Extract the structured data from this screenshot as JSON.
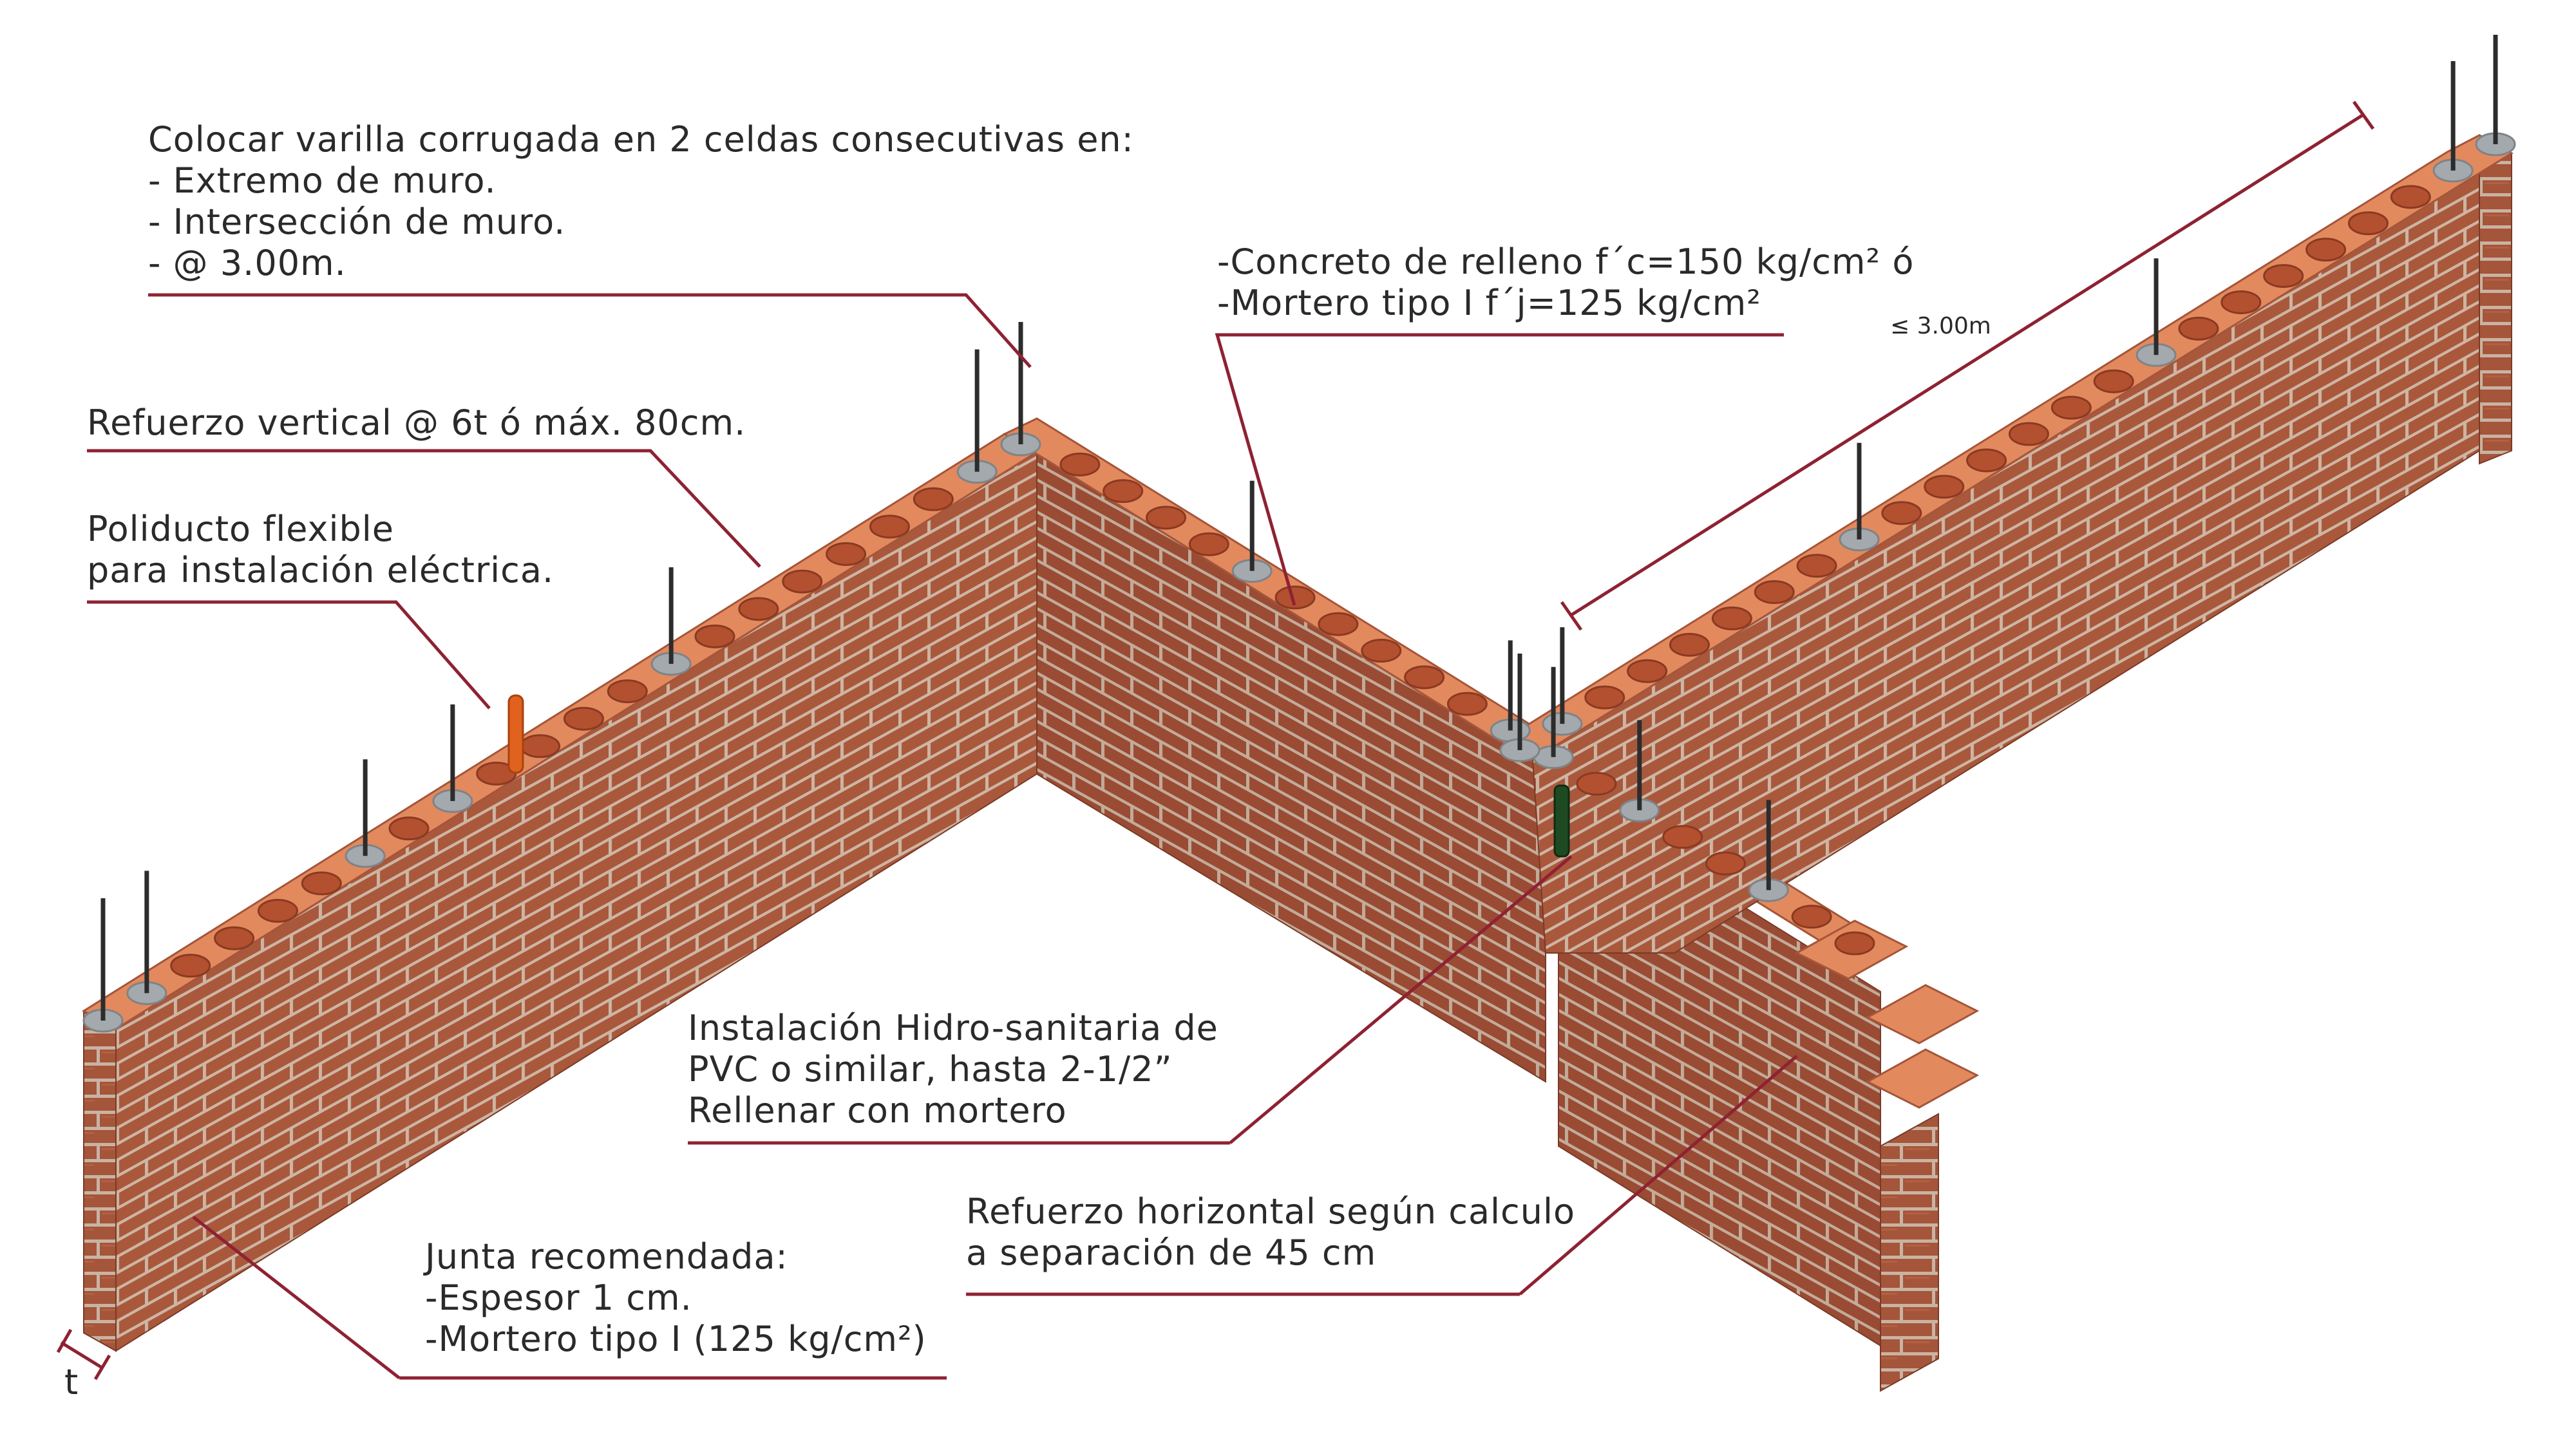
{
  "diagram": {
    "annotations": {
      "varilla": {
        "lines": [
          "Colocar varilla corrugada en 2 celdas consecutivas en:",
          "- Extremo de muro.",
          "- Intersección de muro.",
          "- @ 3.00m."
        ]
      },
      "refuerzo_vertical": {
        "lines": [
          "Refuerzo vertical @ 6t ó máx. 80cm."
        ]
      },
      "poliducto": {
        "lines": [
          "Poliducto flexible",
          "para instalación eléctrica."
        ]
      },
      "concreto": {
        "lines": [
          "-Concreto de relleno f´c=150 kg/cm² ó",
          "-Mortero tipo I f´j=125 kg/cm²"
        ]
      },
      "hidrosanitaria": {
        "lines": [
          "Instalación Hidro-sanitaria de",
          "PVC o similar, hasta 2-1/2”",
          "Rellenar con mortero"
        ]
      },
      "horizontal": {
        "lines": [
          "Refuerzo horizontal según calculo",
          "a separación de 45 cm"
        ]
      },
      "junta": {
        "lines": [
          "Junta recomendada:",
          "-Espesor 1 cm.",
          "-Mortero tipo I (125 kg/cm²)"
        ]
      }
    },
    "dimension_spacing": "≤ 3.00m",
    "dimension_thickness": "t",
    "colors": {
      "leader": "#8e2232",
      "brick_front": "#a5553a",
      "brick_side": "#8a4430",
      "brick_top": "#e28a5e",
      "mortar": "#c9b3a2",
      "grout": "#a4a9ad",
      "rebar": "#2c2c2c",
      "conduit": "#e0621e",
      "pipe": "#1e4a22",
      "text": "#2a2a2a"
    }
  }
}
